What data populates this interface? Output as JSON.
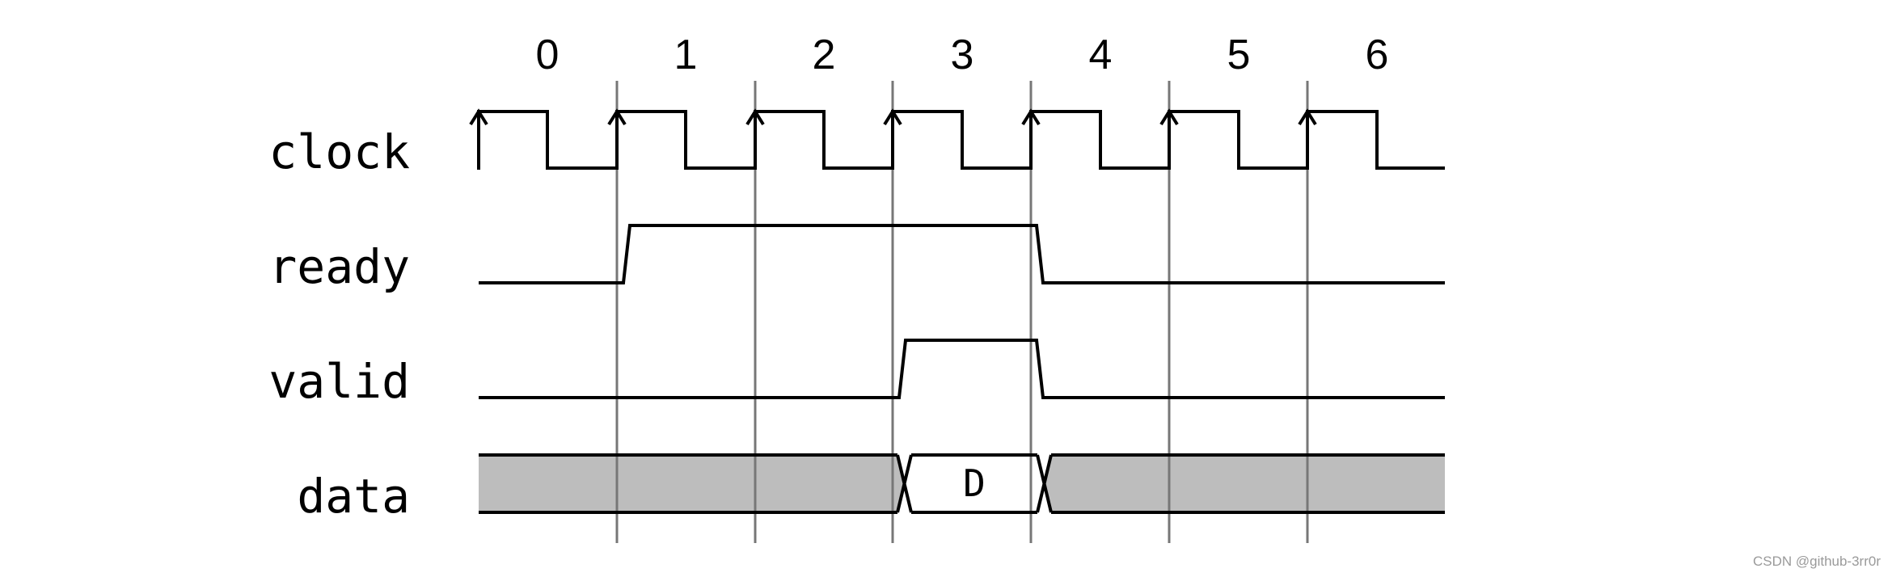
{
  "cycles": [
    "0",
    "1",
    "2",
    "3",
    "4",
    "5",
    "6"
  ],
  "signals": {
    "clock": "clock",
    "ready": "ready",
    "valid": "valid",
    "data": "data"
  },
  "data_value": "D",
  "watermark": "CSDN @github-3rr0r",
  "colors": {
    "invalid_fill": "#bdbdbd",
    "grid": "#777777",
    "line": "#000000"
  }
}
